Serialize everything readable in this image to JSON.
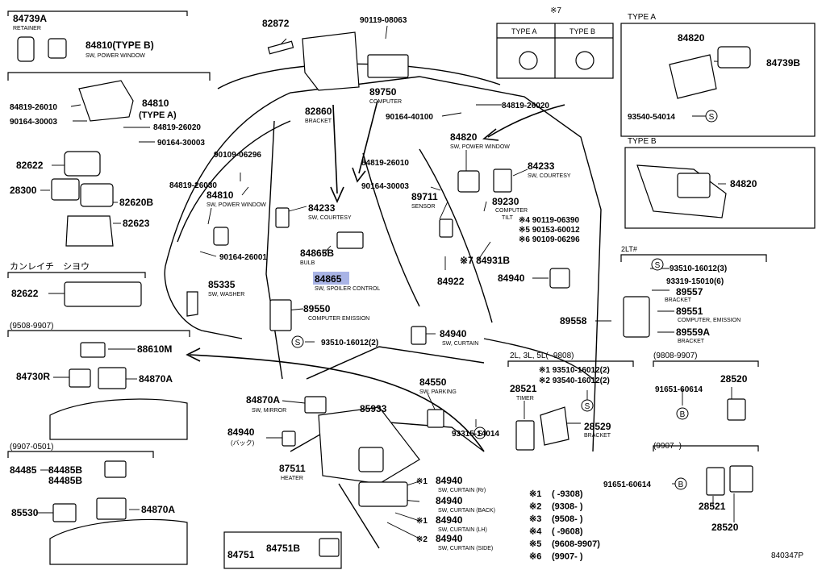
{
  "footer_code": "840347P",
  "type_labels": {
    "a": "TYPE A",
    "b": "TYPE B"
  },
  "note7": {
    "mark": "※7",
    "col_a": "TYPE A",
    "col_b": "TYPE B"
  },
  "parts": {
    "p84739A": "84739A",
    "p84739A_desc": "RETAINER",
    "p84810_b": "84810(TYPE B)",
    "p84810_b_desc": "SW, POWER WINDOW",
    "p84810_a": "84810",
    "p84810_a_sub": "(TYPE A)",
    "p84819_26010": "84819-26010",
    "p90164_30003_a": "90164-30003",
    "p84819_26020_a": "84819-26020",
    "p90164_30003_b": "90164-30003",
    "p82622_a": "82622",
    "p28300": "28300",
    "p82620B": "82620B",
    "p82623": "82623",
    "kana": "カンレイチ　シヨウ",
    "p82622_b": "82622",
    "p82872": "82872",
    "p90119_08063": "90119-08063",
    "p82860": "82860",
    "p82860_desc": "BRACKET",
    "p89750": "89750",
    "p89750_desc": "COMPUTER",
    "p90109_06296": "90109-06296",
    "p84819_26030": "84819-26030",
    "p84810_c": "84810",
    "p84810_c_desc": "SW, POWER WINDOW",
    "p84233_a": "84233",
    "p84233_a_desc": "SW, COURTESY",
    "p90164_26001": "90164-26001",
    "p84865B": "84865B",
    "p84865B_desc": "BULB",
    "p84865": "84865",
    "p84865_desc": "SW, SPOILER CONTROL",
    "p85335": "85335",
    "p85335_desc": "SW, WASHER",
    "p89550": "89550",
    "p89550_desc": "COMPUTER EMISSION",
    "p93510_16012_a": "93510-16012(2)",
    "p84940_a": "84940",
    "p84940_a_desc": "SW, CURTAIN",
    "p84819_26020_b": "84819-26020",
    "p90164_40100": "90164-40100",
    "p84820_a": "84820",
    "p84820_a_desc": "SW, POWER WINDOW",
    "p84819_26010_b": "84819-26010",
    "p84233_b": "84233",
    "p84233_b_desc": "SW, COURTESY",
    "p90164_30003_c": "90164-30003",
    "p89711": "89711",
    "p89711_desc": "SENSOR",
    "p89230": "89230",
    "p89230_desc": "COMPUTER",
    "p89230_desc2": "TILT",
    "p90119_06390": "※4 90119-06390",
    "p90153_60012": "※5 90153-60012",
    "p90109_06296_b": "※6 90109-06296",
    "p84931B": "※7 84931B",
    "p84922": "84922",
    "p84940_b": "84940",
    "p88610M": "88610M",
    "p84730R": "84730R",
    "p84870A_a": "84870A",
    "p84870A_b": "84870A",
    "p84870A_b_desc": "SW, MIRROR",
    "p84940_c": "84940",
    "p84940_c_desc": "(バック)",
    "p85933": "85933",
    "p84550": "84550",
    "p84550_desc": "SW, PARKING",
    "p93315_14014": "93315-14014",
    "p87511": "87511",
    "p87511_desc": "HEATER",
    "p84485": "84485",
    "p84485B_a": "84485B",
    "p84485B_b": "84485B",
    "p85530": "85530",
    "p84870A_c": "84870A",
    "p84940_d": "84940",
    "p84940_d_desc": "SW, CURTAIN (Rr)",
    "p84940_e": "84940",
    "p84940_e_desc": "SW, CURTAIN (BACK)",
    "p84940_f": "84940",
    "p84940_f_desc": "SW, CURTAIN (LH)",
    "p84940_g": "84940",
    "p84940_g_desc": "SW, CURTAIN (SIDE)",
    "p84751": "84751",
    "p84751B": "84751B",
    "p84820_b": "84820",
    "p84739B": "84739B",
    "p93540_54014": "93540-54014",
    "p84820_c": "84820",
    "lt2": "2LT#",
    "p93510_16012_b": "93510-16012(3)",
    "p93319_15010": "93319-15010(6)",
    "p89557": "89557",
    "p89557_desc": "BRACKET",
    "p89558": "89558",
    "p89551": "89551",
    "p89551_desc": "COMPUTER, EMISSION",
    "p89559A": "89559A",
    "p89559A_desc": "BRACKET",
    "grp_2l": "2L, 3L, 5L(      -9808)",
    "p93510_16012_c": "※1 93510-16012(2)",
    "p93540_16012": "※2 93540-16012(2)",
    "p28521_a": "28521",
    "p28521_a_desc": "TIMER",
    "p28529": "28529",
    "p28529_desc": "BRACKET",
    "grp_9808": "(9808-9907)",
    "p91651_60614_a": "91651-60614",
    "p28520_a": "28520",
    "grp_9907": "(9907-      )",
    "p91651_60614_b": "91651-60614",
    "p28521_b": "28521",
    "p28520_b": "28520",
    "grp_9508": "(9508-9907)",
    "grp_9907_0501": "(9907-0501)"
  },
  "callouts": {
    "c1": "※1",
    "c2": "※2",
    "c1b": "※1",
    "c2b": "※2"
  },
  "legend": [
    {
      "mark": "※1",
      "range": "(      -9308)"
    },
    {
      "mark": "※2",
      "range": "(9308-      )"
    },
    {
      "mark": "※3",
      "range": "(9508-      )"
    },
    {
      "mark": "※4",
      "range": "(      -9608)"
    },
    {
      "mark": "※5",
      "range": "(9608-9907)"
    },
    {
      "mark": "※6",
      "range": "(9907-      )"
    }
  ],
  "symbols": {
    "s": "S",
    "b": "B"
  }
}
